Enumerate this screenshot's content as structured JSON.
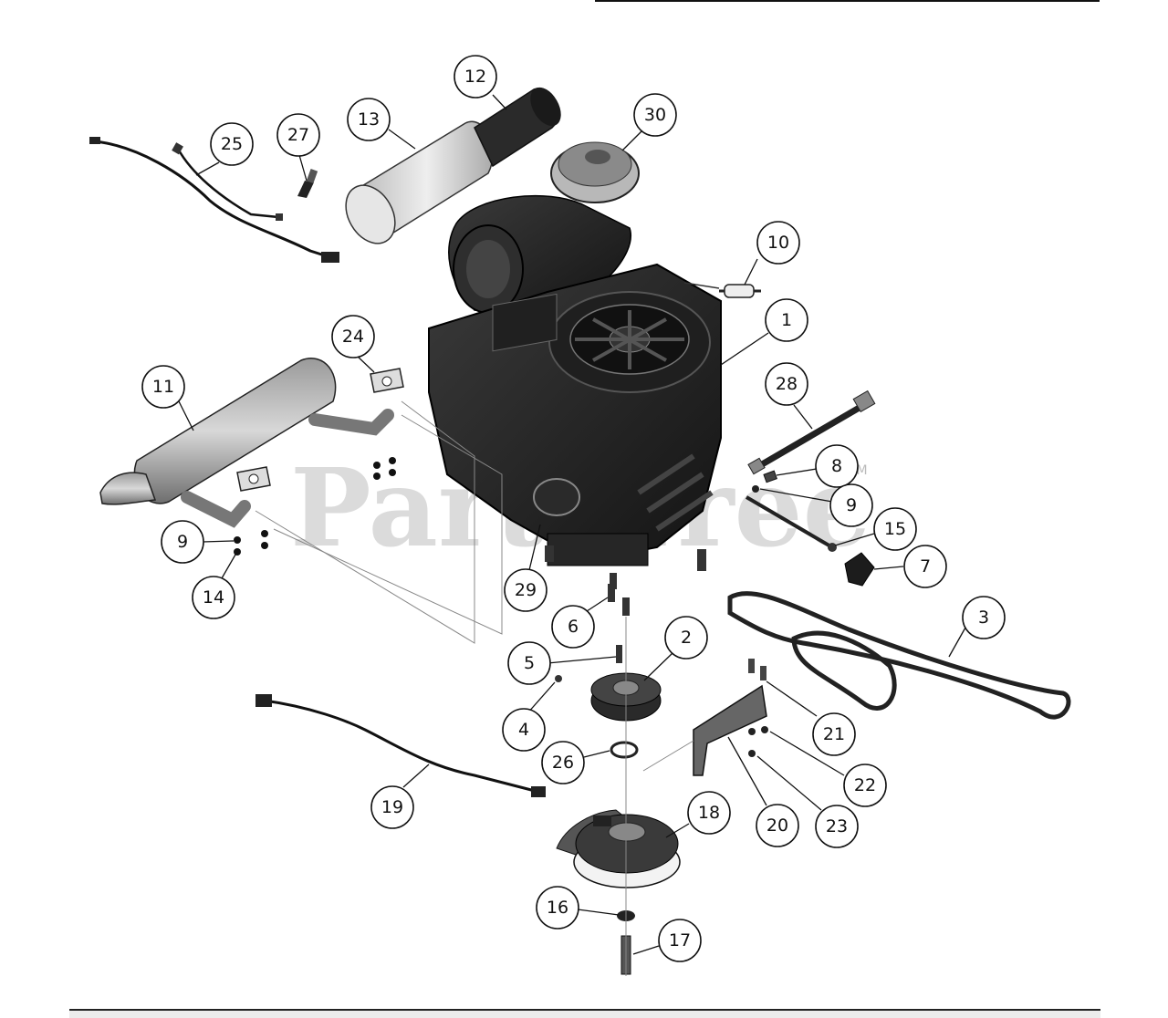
{
  "watermark": "PartsTree",
  "trademark": "TM",
  "callouts": [
    {
      "id": "1",
      "label": "1"
    },
    {
      "id": "2",
      "label": "2"
    },
    {
      "id": "3",
      "label": "3"
    },
    {
      "id": "4",
      "label": "4"
    },
    {
      "id": "5",
      "label": "5"
    },
    {
      "id": "6",
      "label": "6"
    },
    {
      "id": "7",
      "label": "7"
    },
    {
      "id": "8",
      "label": "8"
    },
    {
      "id": "9a",
      "label": "9"
    },
    {
      "id": "9b",
      "label": "9"
    },
    {
      "id": "10",
      "label": "10"
    },
    {
      "id": "11",
      "label": "11"
    },
    {
      "id": "12",
      "label": "12"
    },
    {
      "id": "13",
      "label": "13"
    },
    {
      "id": "14",
      "label": "14"
    },
    {
      "id": "15",
      "label": "15"
    },
    {
      "id": "16",
      "label": "16"
    },
    {
      "id": "17",
      "label": "17"
    },
    {
      "id": "18",
      "label": "18"
    },
    {
      "id": "19",
      "label": "19"
    },
    {
      "id": "20",
      "label": "20"
    },
    {
      "id": "21",
      "label": "21"
    },
    {
      "id": "22",
      "label": "22"
    },
    {
      "id": "23",
      "label": "23"
    },
    {
      "id": "24",
      "label": "24"
    },
    {
      "id": "25",
      "label": "25"
    },
    {
      "id": "26",
      "label": "26"
    },
    {
      "id": "27",
      "label": "27"
    },
    {
      "id": "28",
      "label": "28"
    },
    {
      "id": "29",
      "label": "29"
    },
    {
      "id": "30",
      "label": "30"
    }
  ]
}
